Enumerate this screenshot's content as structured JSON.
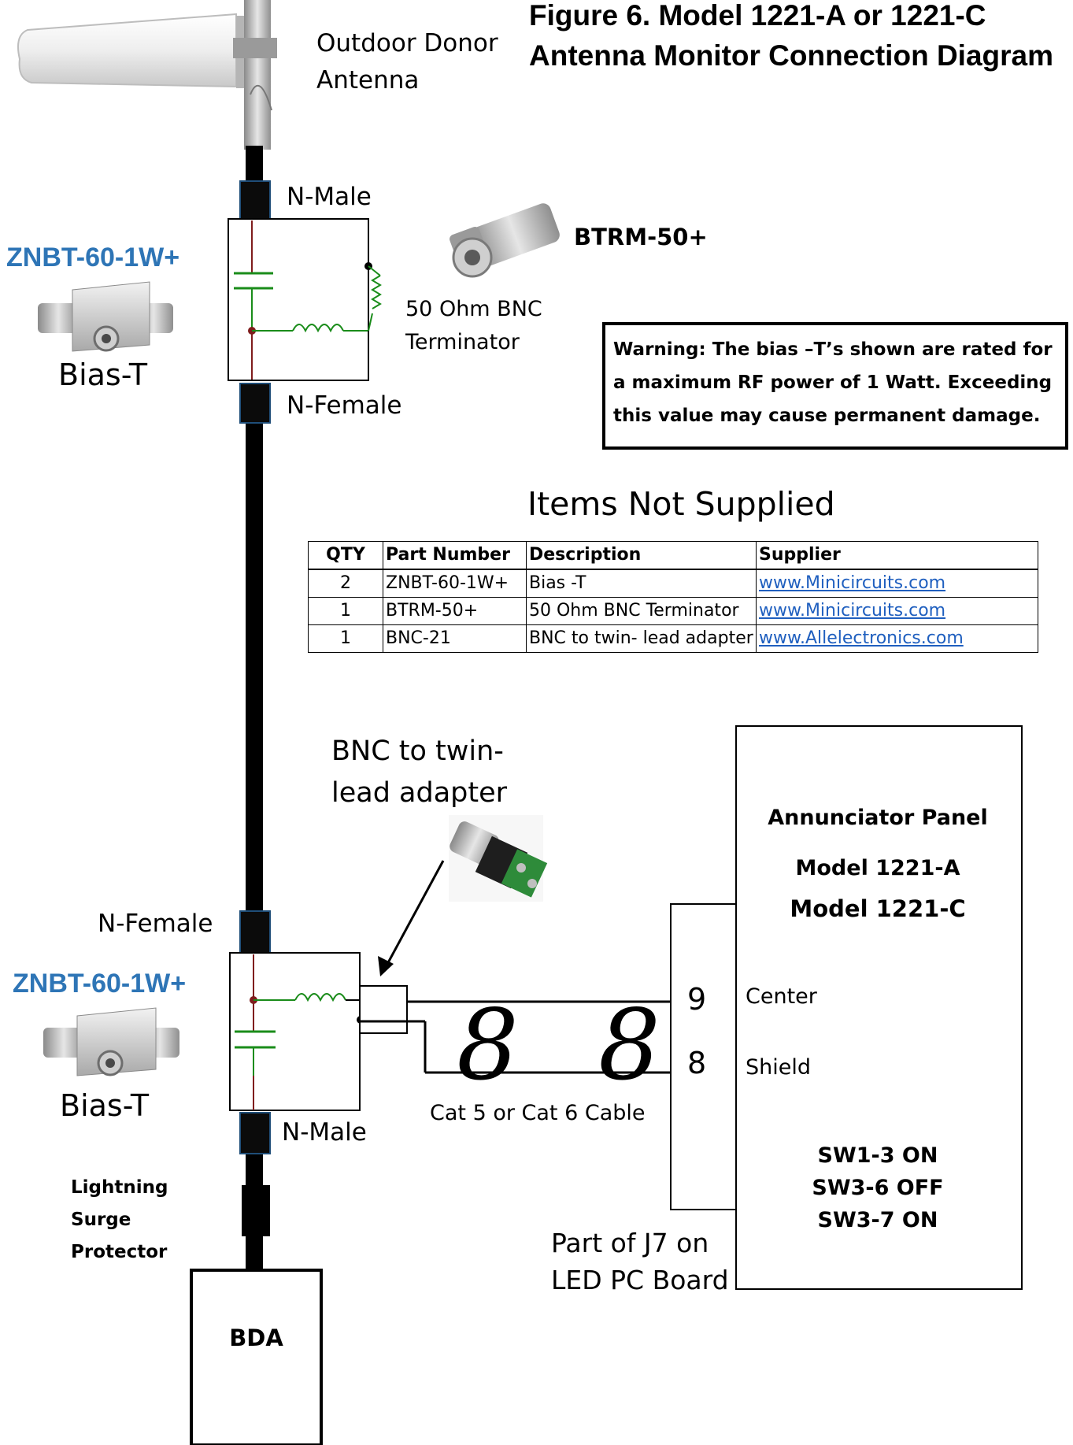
{
  "title": "Figure 6. Model 1221-A  or 1221-C Antenna Monitor Connection Diagram",
  "labels": {
    "antenna": "Outdoor Donor Antenna",
    "n_male_top": "N-Male",
    "n_female_top": "N-Female",
    "n_female_bottom": "N-Female",
    "n_male_bottom": "N-Male",
    "terminator": "50 Ohm BNC Terminator",
    "btrm": "BTRM-50+",
    "znbt_top": "ZNBT-60-1W+",
    "znbt_bottom": "ZNBT-60-1W+",
    "bias_t_top": "Bias-T",
    "bias_t_bottom": "Bias-T",
    "adapter": "BNC to twin-lead adapter",
    "cable": "Cat 5 or Cat 6 Cable",
    "pin_9": "9",
    "pin_8": "8",
    "center": "Center",
    "shield": "Shield",
    "j7": "Part of J7 on LED PC Board",
    "surge": "Lightning Surge Protector",
    "bda": "BDA"
  },
  "warning": "Warning: The bias –T’s shown are rated for  a maximum RF power of 1 Watt. Exceeding this value may cause permanent damage.",
  "table": {
    "heading": "Items Not Supplied",
    "columns": [
      "QTY",
      "Part Number",
      "Description",
      "Supplier"
    ],
    "rows": [
      [
        "2",
        "ZNBT-60-1W+",
        "Bias -T",
        "www.Minicircuits.com"
      ],
      [
        "1",
        "BTRM-50+",
        "50 Ohm BNC Terminator",
        "www.Minicircuits.com"
      ],
      [
        "1",
        "BNC-21",
        "BNC to twin- lead adapter",
        "www.Allelectronics.com"
      ]
    ]
  },
  "panel": {
    "title": "Annunciator Panel",
    "model_a": "Model 1221-A",
    "model_c": "Model 1221-C",
    "sw1": "SW1-3 ON",
    "sw2": "SW3-6 OFF",
    "sw3": "SW3-7 ON"
  },
  "colors": {
    "cable": "#000000",
    "connector": "#0b0b0b",
    "connector_edge": "#1f4e79",
    "circuit_red": "#7f1d1d",
    "circuit_green": "#1a8c1a",
    "brand_blue": "#2e75b6",
    "link_blue": "#1f5fbf"
  }
}
